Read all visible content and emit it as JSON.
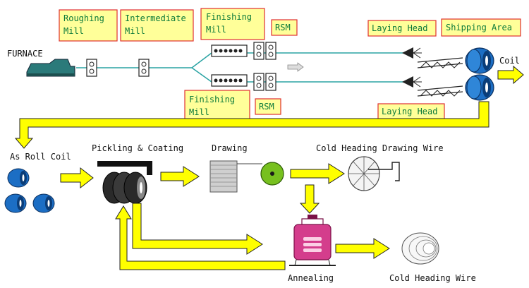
{
  "labels": {
    "roughing_mill": "Roughing\nMill",
    "intermediate_mill": "Intermediate\nMill",
    "finishing_mill_top": "Finishing\nMill",
    "rsm_top": "RSM",
    "laying_head_top": "Laying Head",
    "shipping_area": "Shipping Area",
    "furnace": "FURNACE",
    "coil": "Coil",
    "finishing_mill_bottom": "Finishing\nMill",
    "rsm_bottom": "RSM",
    "laying_head_bottom": "Laying Head",
    "as_roll_coil": "As Roll Coil",
    "pickling_coating": "Pickling & Coating",
    "drawing": "Drawing",
    "cold_heading_drawing_wire": "Cold Heading Drawing Wire",
    "annealing": "Annealing",
    "cold_heading_wire": "Cold Heading Wire"
  },
  "colors": {
    "label_box_fill": "#ffff99",
    "label_box_border": "#e03030",
    "label_text": "#0c7a3a",
    "arrow_fill": "#ffff00",
    "arrow_stroke": "#222222",
    "line": "#2aa3a3",
    "coil_blue": "#1c6ec4",
    "furnace": "#2b7a7a",
    "annealing": "#d43d8c"
  }
}
